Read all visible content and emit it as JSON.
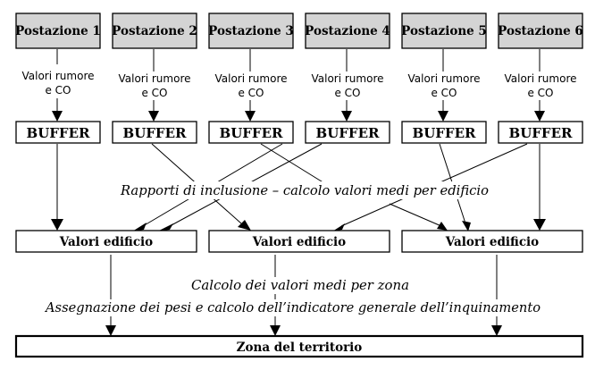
{
  "stations": [
    {
      "label": "Postazione 1"
    },
    {
      "label": "Postazione 2"
    },
    {
      "label": "Postazione 3"
    },
    {
      "label": "Postazione 4"
    },
    {
      "label": "Postazione 5"
    },
    {
      "label": "Postazione 6"
    }
  ],
  "flow_label": {
    "line1": "Valori rumore",
    "line2": "e CO"
  },
  "buffer_label": "BUFFER",
  "building_label": "Valori edificio",
  "zone_label": "Zona del territorio",
  "annotations": {
    "inclusion": "Rapporti di inclusione – calcolo valori medi per edificio",
    "zone_average": "Calcolo dei valori medi per zona",
    "weights": "Assegnazione dei pesi e calcolo dell’indicatore generale dell’inquinamento"
  }
}
